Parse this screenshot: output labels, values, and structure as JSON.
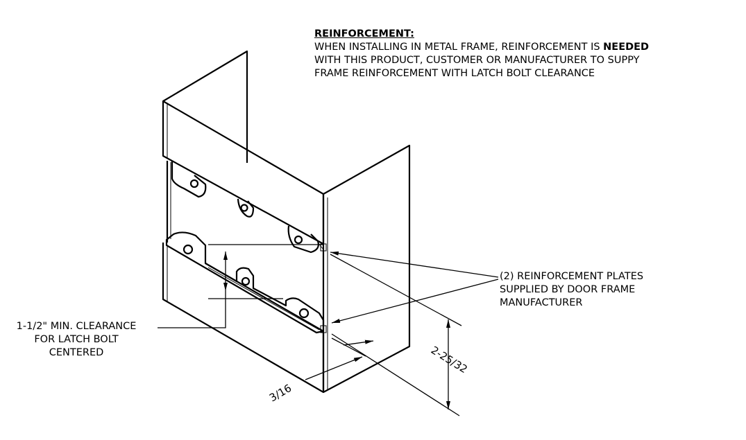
{
  "note": {
    "title": "REINFORCEMENT:",
    "line1_pre": "WHEN INSTALLING IN METAL FRAME, REINFORCEMENT IS ",
    "line1_bold": "NEEDED",
    "line2": "WITH THIS PRODUCT, CUSTOMER OR MANUFACTURER TO SUPPY",
    "line3": "FRAME REINFORCEMENT WITH LATCH BOLT CLEARANCE"
  },
  "callouts": {
    "plates": [
      "(2) REINFORCEMENT PLATES",
      "SUPPLIED BY DOOR FRAME",
      "MANUFACTURER"
    ],
    "clearance": [
      "1-1/2\" MIN. CLEARANCE",
      "FOR LATCH BOLT",
      "CENTERED"
    ]
  },
  "dimensions": {
    "depth": "2-25/32",
    "thickness": "3/16"
  }
}
